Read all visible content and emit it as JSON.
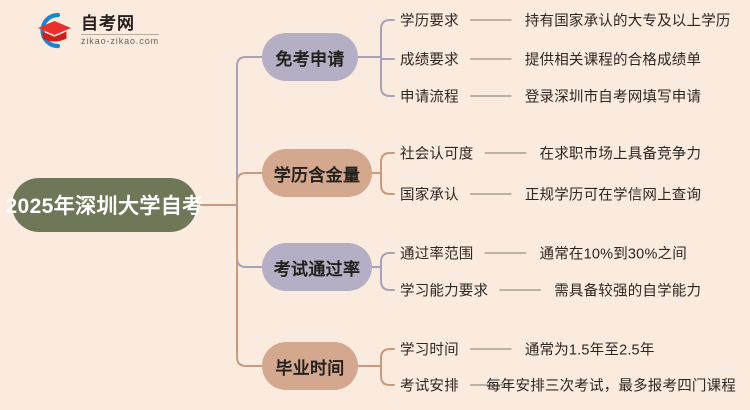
{
  "logo": {
    "title": "自考网",
    "subtitle": "zikao-zikao.com",
    "mark_icon": "graduation-cap-icon",
    "arc_color": "#1a86d0",
    "cap_color": "#e8312a"
  },
  "canvas": {
    "background_color": "#fbeade"
  },
  "root": {
    "label": "2025年深圳大学自考",
    "fill_color": "#6f7759",
    "text_color": "#ffffff"
  },
  "branches": [
    {
      "label": "免考申请",
      "fill_color": "#b4afc4",
      "wire_color": "#a6a2bc",
      "items": [
        {
          "key": "学历要求",
          "value": "持有国家承认的大专及以上学历"
        },
        {
          "key": "成绩要求",
          "value": "提供相关课程的合格成绩单"
        },
        {
          "key": "申请流程",
          "value": "登录深圳市自考网填写申请"
        }
      ]
    },
    {
      "label": "学历含金量",
      "fill_color": "#d3a88f",
      "wire_color": "#c99a7d",
      "items": [
        {
          "key": "社会认可度",
          "value": "在求职市场上具备竞争力"
        },
        {
          "key": "国家承认",
          "value": "正规学历可在学信网上查询"
        }
      ]
    },
    {
      "label": "考试通过率",
      "fill_color": "#b4afc4",
      "wire_color": "#a6a2bc",
      "items": [
        {
          "key": "通过率范围",
          "value": "通常在10%到30%之间"
        },
        {
          "key": "学习能力要求",
          "value": "需具备较强的自学能力"
        }
      ]
    },
    {
      "label": "毕业时间",
      "fill_color": "#d3a88f",
      "wire_color": "#c99a7d",
      "items": [
        {
          "key": "学习时间",
          "value": "通常为1.5年至2.5年"
        },
        {
          "key": "考试安排",
          "value": "每年安排三次考试，最多报考四门课程"
        }
      ]
    }
  ]
}
